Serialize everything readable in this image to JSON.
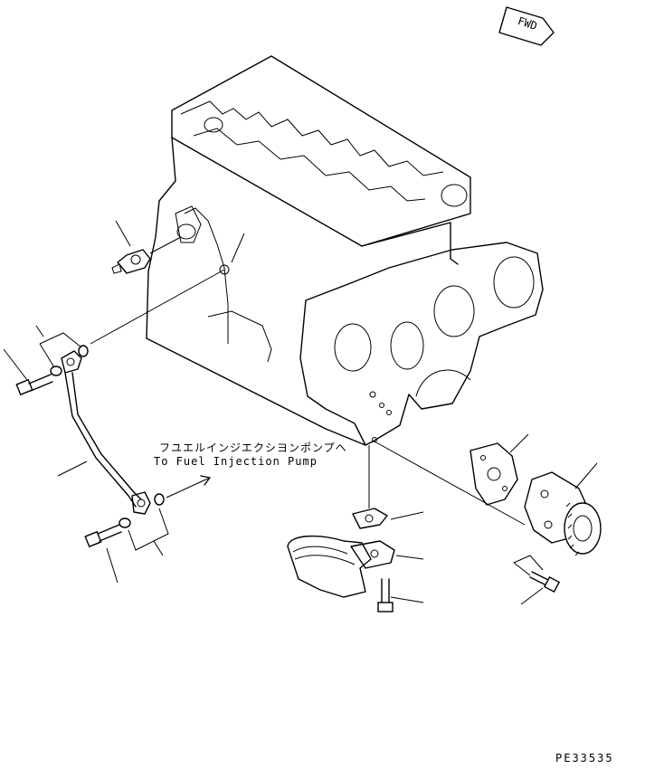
{
  "annotations": {
    "direction_label": "FWD",
    "destination_note_jp": "フユエルインジエクシヨンポンプヘ",
    "destination_note_en": "To Fuel Injection Pump",
    "drawing_code": "PE33535"
  },
  "parts": [
    {
      "id": "engine-block",
      "icon": "engine-block-outline"
    },
    {
      "id": "pressure-sensor",
      "icon": "sensor-icon"
    },
    {
      "id": "fuel-tube",
      "icon": "tube-icon"
    },
    {
      "id": "bolt-upper-left",
      "icon": "bolt-icon"
    },
    {
      "id": "washer-pair-upper",
      "icon": "washer-icon"
    },
    {
      "id": "bolt-lower-left",
      "icon": "bolt-icon"
    },
    {
      "id": "washer-pair-lower",
      "icon": "washer-icon"
    },
    {
      "id": "oil-pump-gasket",
      "icon": "gasket-icon"
    },
    {
      "id": "oil-pump",
      "icon": "pump-icon"
    },
    {
      "id": "pump-mount-bolt",
      "icon": "bolt-icon"
    },
    {
      "id": "strainer-gasket",
      "icon": "gasket-icon"
    },
    {
      "id": "oil-strainer",
      "icon": "strainer-icon"
    },
    {
      "id": "strainer-bolt",
      "icon": "bolt-icon"
    }
  ]
}
